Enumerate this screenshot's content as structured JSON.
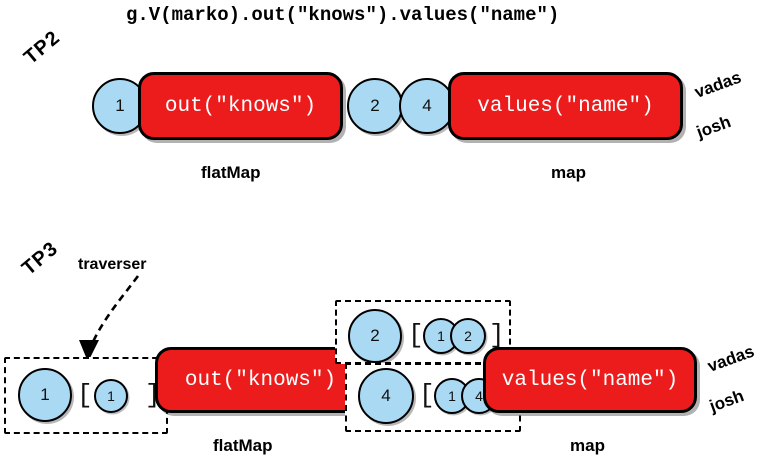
{
  "title": "g.V(marko).out(\"knows\").values(\"name\")",
  "sections": [
    {
      "id": "tp2",
      "badge": "TP2",
      "steps": [
        {
          "label": "out(\"knows\")",
          "caption": "flatMap"
        },
        {
          "label": "values(\"name\")",
          "caption": "map"
        }
      ],
      "objects": [
        "1",
        "2",
        "4"
      ],
      "results": [
        "vadas",
        "josh"
      ]
    },
    {
      "id": "tp3",
      "badge": "TP3",
      "annotation": "traverser",
      "steps": [
        {
          "label": "out(\"knows\")",
          "caption": "flatMap"
        },
        {
          "label": "values(\"name\")",
          "caption": "map"
        }
      ],
      "traversers": [
        {
          "object": "1",
          "open": "[",
          "path": [
            "1"
          ],
          "close": "]"
        },
        {
          "object": "2",
          "open": "[",
          "path": [
            "1",
            "2"
          ],
          "close": "]"
        },
        {
          "object": "4",
          "open": "[",
          "path": [
            "1",
            "4"
          ],
          "close": "]"
        }
      ],
      "results": [
        "vadas",
        "josh"
      ]
    }
  ],
  "colors": {
    "step_fill": "#ec1c1c",
    "step_stroke": "#000000",
    "circle_fill": "#a9d9f3",
    "circle_stroke": "#000000",
    "text_on_step": "#ffffff",
    "background": "#ffffff"
  }
}
